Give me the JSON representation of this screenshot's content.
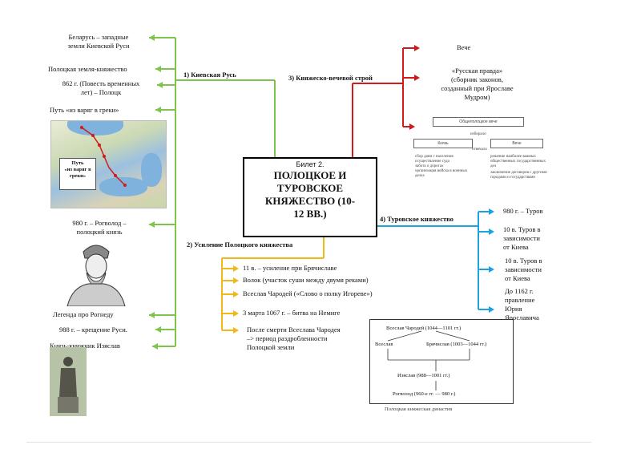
{
  "center": {
    "subtitle": "Билет 2.",
    "title_lines": [
      "ПОЛОЦКОЕ И",
      "ТУРОВСКОЕ",
      "КНЯЖЕСТВО (10-",
      "12 ВВ.)"
    ]
  },
  "branches": {
    "b1": "1) Киевская Русь",
    "b2": "2) Усиление Полоцкого княжества",
    "b3": "3) Княжеско-вечевой строй",
    "b4": "4) Туровское княжество"
  },
  "left_items": {
    "belarus_1": "Беларусь – западные",
    "belarus_2": "земли Киевской Руси",
    "polotsk_land": "Полоцкая земля-княжество",
    "year_862_1": "862 г. (Повесть временных",
    "year_862_2": "лет) – Полоцк",
    "route": "Путь «из варяг в греки»",
    "map_legend_1": "Путь",
    "map_legend_2": "«из варяг в",
    "map_legend_3": "греки»",
    "rogvolod_1": "980 г. – Рогволод –",
    "rogvolod_2": "полоцкий князь",
    "rogneda": "Легенда про Рогнеду",
    "baptism": "988 г. – крещение Руси.",
    "izyaslav": "Князь-книжник Изяслав"
  },
  "bottom_items": {
    "i1": "11 в. – усиление при Брячиславе",
    "i2": "Волок (участок суши между двумя реками)",
    "i3": "Всеслав Чародей («Слово о полку Игореве»)",
    "i4": "3 марта 1067 г. – битва на Немиге",
    "i5_1": "После смерти Всеслава Чародея",
    "i5_2": "–> период раздробленности",
    "i5_3": "Полоцкой земли"
  },
  "right_top": {
    "veche": "Вече",
    "pravda_1": "«Русская правда»",
    "pravda_2": "(сборник законов,",
    "pravda_3": "созданный при Ярославе",
    "pravda_4": "Мудром)"
  },
  "scheme": {
    "header": "Общеполоцкое вече",
    "left_box": "Князь",
    "right_box": "Вече",
    "top_label": "избирало",
    "mid_label": "отвечало",
    "left_list": [
      "сбор дани с населения",
      "осуществление суда",
      "забота о дорогах",
      "организация войска в военных делах"
    ],
    "right_list": [
      "решение наиболее важных общественных государственных дел",
      "заключение договоров с другими городами и государствами"
    ]
  },
  "right_items": {
    "r1": "980 г. – Туров",
    "r2_1": "10 в. Туров в",
    "r2_2": "зависимости",
    "r2_3": "от Киева",
    "r3_1": "10 в. Туров в",
    "r3_2": "зависимости",
    "r3_3": "от Киева",
    "r4_1": "До 1162 г.",
    "r4_2": "правление",
    "r4_3": "Юрия",
    "r4_4": "Ярославича"
  },
  "tree": {
    "top": "Всеслав Чародей (1044—1101 гг.)",
    "left": "Всеслав",
    "right": "Брячислав (1003—1044 гг.)",
    "mid": "Изяслав (988—1001 гг.)",
    "bottom": "Рогволод (960-е гг. — 980 г.)",
    "caption": "Полоцкая княжеская династия"
  },
  "colors": {
    "green": "#7ec34a",
    "red": "#d11a1a",
    "yellow": "#f0b819",
    "blue": "#1aa3e0"
  }
}
